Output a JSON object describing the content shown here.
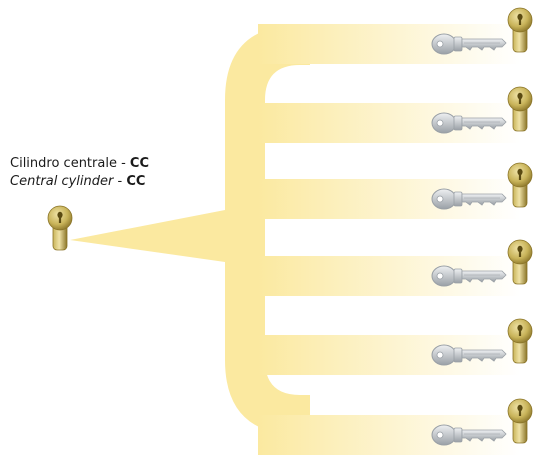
{
  "caption": {
    "line1_text": "Cilindro centrale - ",
    "line1_code": "CC",
    "line2_text": "Central cylinder",
    "line2_sep": " - ",
    "line2_code": "CC"
  },
  "diagram": {
    "central_cylinder": {
      "icon": "brass-cylinder-icon"
    },
    "branch_count": 6,
    "branch_key_icon": "silver-key-icon",
    "branch_cylinder_icon": "brass-cylinder-icon",
    "colors": {
      "band": "#fbe9a0",
      "band_fade": "#ffffff",
      "brass_light": "#efe2a6",
      "brass_mid": "#c9b45a",
      "brass_dark": "#8a7428",
      "key_light": "#eef0f2",
      "key_dark": "#9aa0a6"
    }
  }
}
